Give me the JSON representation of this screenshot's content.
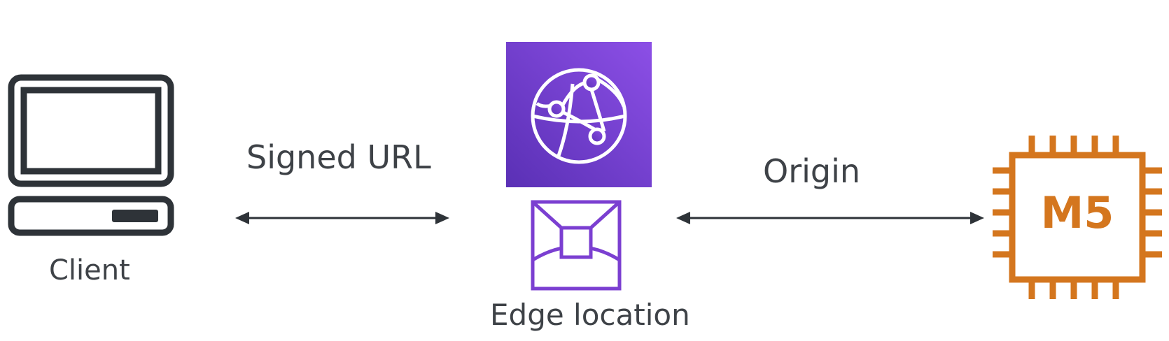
{
  "client": {
    "label": "Client",
    "icon": "computer-monitor-icon"
  },
  "client_link": {
    "label": "Signed URL"
  },
  "edge": {
    "label": "Edge location",
    "service_icon": "cloudfront-icon",
    "location_icon": "edge-location-icon"
  },
  "origin_link": {
    "label": "Origin"
  },
  "origin": {
    "badge": "M5",
    "icon": "ec2-instance-icon"
  },
  "colors": {
    "ink": "#2e3338",
    "text": "#3e4247",
    "cloudfront_light": "#8c4fe6",
    "cloudfront_dark": "#5a30b5",
    "edge_purple": "#7b3fd1",
    "ec2_orange": "#d4761e"
  }
}
